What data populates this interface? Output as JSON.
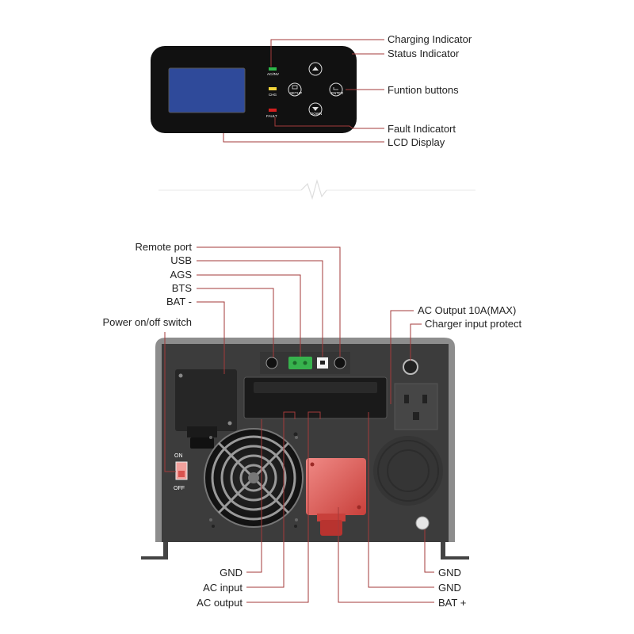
{
  "panel": {
    "ind_acinv": "AC/INV",
    "ind_chg": "CHG",
    "ind_fault": "FAULT",
    "btn_setup": "SETUP",
    "btn_enter": "ENTER",
    "btn_down": "DOWN"
  },
  "callouts_top": {
    "charging": "Charging Indicator",
    "status": "Status Indicator",
    "buttons": "Funtion buttons",
    "fault": "Fault Indicatort",
    "lcd": "LCD Display"
  },
  "callouts_back": {
    "remote": "Remote port",
    "usb": "USB",
    "ags": "AGS",
    "bts": "BTS",
    "bat_neg": "BAT -",
    "power": "Power on/off switch",
    "ac_out": "AC Output 10A(MAX)",
    "charger": "Charger input protect",
    "gnd_left": "GND",
    "ac_input": "AC input",
    "ac_output": "AC output",
    "gnd_right1": "GND",
    "gnd_right2": "GND",
    "bat_pos": "BAT +"
  },
  "switch": {
    "on": "ON",
    "off": "OFF"
  },
  "colors": {
    "leader": "#a33a3a",
    "panel": "#111111",
    "chassis": "#3c3c3c",
    "terminal_red": "#d9534f",
    "green_port": "#37b24d",
    "fault_led": "#d21f1f",
    "acinv_led": "#2fb84a",
    "chg_led": "#f2d43a"
  }
}
